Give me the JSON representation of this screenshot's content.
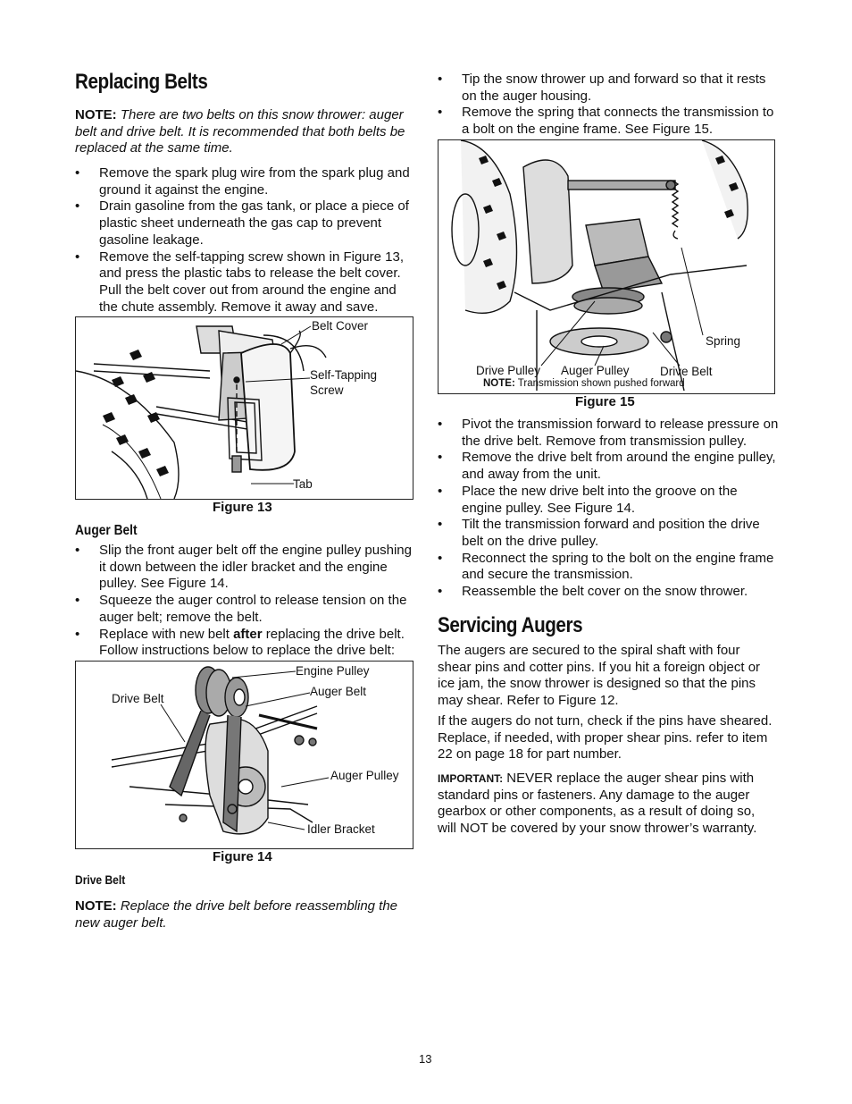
{
  "left": {
    "heading": "Replacing Belts",
    "note_label": "NOTE:",
    "note_text": "There are two belts on this snow thrower: auger belt and drive belt. It is recommended that both belts be replaced at the same time.",
    "bullets": [
      "Remove the spark plug wire from the spark plug and ground it against the engine.",
      "Drain gasoline from the gas tank, or place a piece of plastic sheet underneath the gas cap to prevent gasoline leakage.",
      "Remove the self-tapping screw shown in Figure 13, and press the plastic tabs to release the belt cover. Pull the belt cover out from around the engine and the chute assembly. Remove it away and save."
    ],
    "figure13": {
      "caption": "Figure 13",
      "labels": {
        "belt_cover": "Belt Cover",
        "screw_1": "Self-Tapping",
        "screw_2": "Screw",
        "tab": "Tab"
      }
    },
    "auger_heading": "Auger Belt",
    "auger_bullets": [
      "Slip the front auger belt off the engine pulley pushing it down between the idler bracket and the engine pulley. See Figure 14.",
      "Squeeze the auger control to release tension on the auger belt; remove the belt."
    ],
    "auger_bullet3": {
      "pre": "Replace with new belt ",
      "bold": "after",
      "post": " replacing the drive belt. Follow instructions below to replace the drive belt:"
    },
    "figure14": {
      "caption": "Figure 14",
      "labels": {
        "engine_pulley": "Engine Pulley",
        "auger_belt": "Auger Belt",
        "drive_belt": "Drive Belt",
        "auger_pulley": "Auger Pulley",
        "idler_bracket": "Idler Bracket"
      }
    },
    "drive_heading": "Drive Belt",
    "drive_note_label": "NOTE:",
    "drive_note_text": "Replace the drive belt before reassembling the new auger belt."
  },
  "right": {
    "top_bullets": [
      "Tip the snow thrower up and forward so that it rests on the auger housing.",
      "Remove the spring that connects the transmission to a bolt on the engine frame. See Figure 15."
    ],
    "figure15": {
      "caption": "Figure 15",
      "labels": {
        "spring": "Spring",
        "drive_pulley": "Drive Pulley",
        "auger_pulley": "Auger Pulley",
        "drive_belt": "Drive Belt"
      },
      "note_label": "NOTE:",
      "note_text": "Transmission shown pushed forward"
    },
    "bullets": [
      "Pivot the transmission forward to release pressure on the drive belt. Remove from transmission pulley.",
      "Remove the drive belt from around the engine pulley, and away from the unit.",
      "Place the new drive belt into the groove on the engine pulley. See Figure 14.",
      "Tilt the transmission forward and position the drive belt on the drive pulley.",
      "Reconnect the spring to the bolt on the engine frame and secure the transmission.",
      "Reassemble the belt cover on the snow thrower."
    ],
    "augers_heading": "Servicing Augers",
    "para1": "The augers are secured to the spiral shaft with four shear pins and cotter pins. If you hit a foreign object or ice jam, the snow thrower is designed so that the pins may shear. Refer to Figure 12.",
    "para2": "If the augers do not turn, check if the pins have sheared. Replace, if needed, with proper shear pins. refer to item 22 on page 18 for part number.",
    "important_label": "IMPORTANT:",
    "important_text": "NEVER replace the auger shear pins with standard pins or fasteners. Any damage to the auger gearbox or other components, as a result of doing so, will NOT be covered by your snow thrower’s warranty."
  },
  "page_number": "13"
}
